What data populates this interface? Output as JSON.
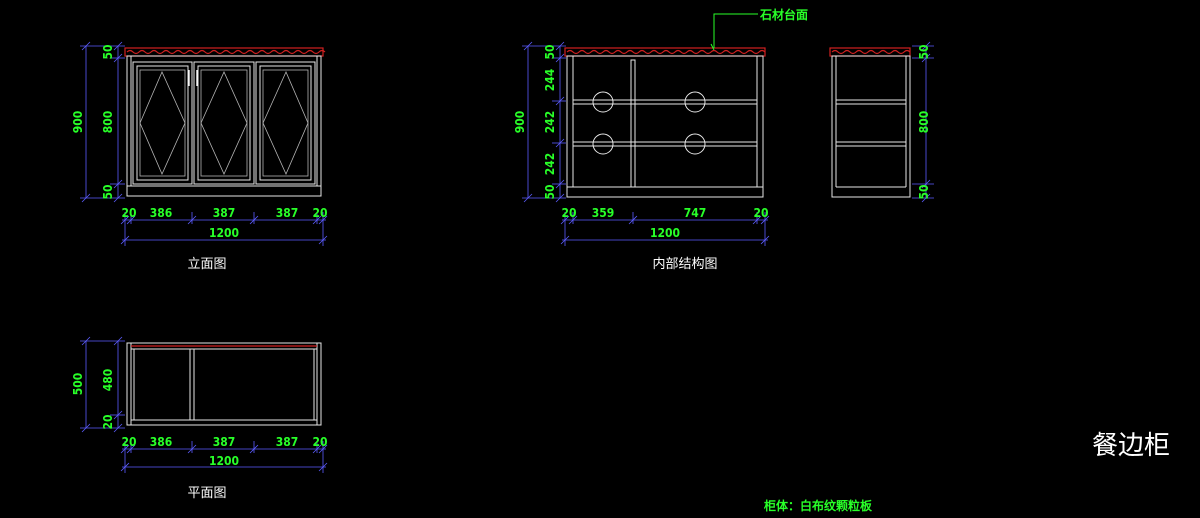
{
  "title": "餐边柜",
  "note": "柜体：白布纹颗粒板",
  "elevation": {
    "label": "立面图",
    "h_dims": [
      "20",
      "386",
      "387",
      "387",
      "20"
    ],
    "total_width": "1200",
    "v_total": "900",
    "v_dims": [
      "50",
      "800",
      "50"
    ]
  },
  "interior": {
    "label": "内部结构图",
    "callout": "石材台面",
    "h_dims": [
      "20",
      "359",
      "747",
      "20"
    ],
    "total_width": "1200",
    "v_total": "900",
    "v_dims": [
      "50",
      "244",
      "242",
      "242",
      "50"
    ]
  },
  "side": {
    "v_dims": [
      "50",
      "800",
      "50"
    ]
  },
  "plan": {
    "label": "平面图",
    "h_dims": [
      "20",
      "386",
      "387",
      "387",
      "20"
    ],
    "total_width": "1200",
    "v_total": "500",
    "v_dims": [
      "480",
      "20"
    ]
  },
  "colors": {
    "background": "#000000",
    "dimension": "#28ff28",
    "outline": "#ffffff",
    "stone_top": "#d22020",
    "dimension_line": "#5c5cff"
  }
}
